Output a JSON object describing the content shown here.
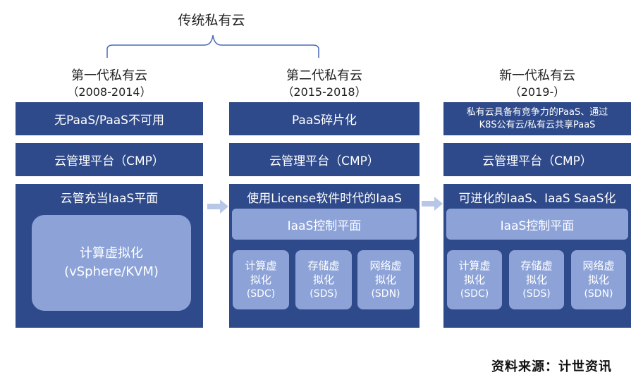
{
  "header": {
    "title": "传统私有云"
  },
  "generations": [
    {
      "title": "第一代私有云",
      "years": "（2008-2014）",
      "top_bar": "无PaaS/PaaS不可用",
      "cmp": "云管理平台（CMP）",
      "panel_title": "云管充当IaaS平面",
      "virt_label": "计算虚拟化",
      "virt_sub": "(vSphere/KVM)"
    },
    {
      "title": "第二代私有云",
      "years": "（2015-2018）",
      "top_bar": "PaaS碎片化",
      "cmp": "云管理平台（CMP）",
      "panel_title": "使用License软件时代的IaaS",
      "control": "IaaS控制平面",
      "boxes": [
        {
          "line1": "计算虚",
          "line2": "拟化",
          "code": "(SDC)"
        },
        {
          "line1": "存储虚",
          "line2": "拟化",
          "code": "(SDS)"
        },
        {
          "line1": "网络虚",
          "line2": "拟化",
          "code": "(SDN)"
        }
      ]
    },
    {
      "title": "新一代私有云",
      "years": "（2019-）",
      "top_bar_line1": "私有云具备有竞争力的PaaS、通过",
      "top_bar_line2": "K8S公有云/私有云共享PaaS",
      "cmp": "云管理平台（CMP）",
      "panel_title": "可进化的IaaS、IaaS SaaS化",
      "control": "IaaS控制平面",
      "boxes": [
        {
          "line1": "计算虚",
          "line2": "拟化",
          "code": "(SDC)"
        },
        {
          "line1": "存储虚",
          "line2": "拟化",
          "code": "(SDS)"
        },
        {
          "line1": "网络虚",
          "line2": "拟化",
          "code": "(SDN)"
        }
      ]
    }
  ],
  "source": "资料来源：计世资讯",
  "colors": {
    "dark_blue": "#2f4a8a",
    "light_blue": "#8da3d8",
    "arrow": "#b8c7e8"
  }
}
